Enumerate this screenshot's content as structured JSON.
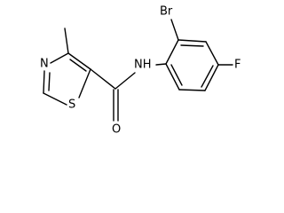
{
  "molecule": {
    "atoms": {
      "bromine": "Br",
      "fluorine": "F",
      "amide_nh": "NH",
      "carbonyl_oxygen": "O",
      "thiazole_nitrogen": "N",
      "thiazole_sulfur": "S"
    }
  }
}
